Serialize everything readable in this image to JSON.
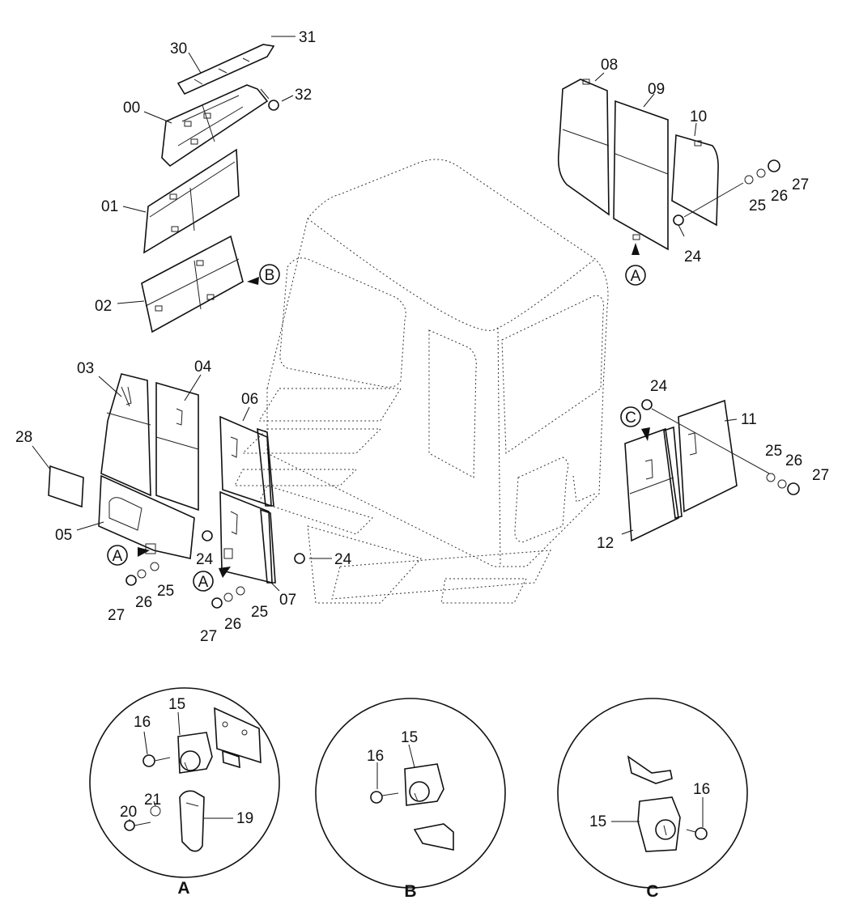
{
  "parts": {
    "p00": "00",
    "p01": "01",
    "p02": "02",
    "p03": "03",
    "p04": "04",
    "p05": "05",
    "p06": "06",
    "p07": "07",
    "p08": "08",
    "p09": "09",
    "p10": "10",
    "p11": "11",
    "p12": "12",
    "p15": "15",
    "p16": "16",
    "p19": "19",
    "p20": "20",
    "p21": "21",
    "p24": "24",
    "p25": "25",
    "p26": "26",
    "p27": "27",
    "p28": "28",
    "p30": "30",
    "p31": "31",
    "p32": "32"
  },
  "callouts": {
    "a": "A",
    "b": "B",
    "c": "C"
  },
  "details": {
    "a": "A",
    "b": "B",
    "c": "C"
  }
}
